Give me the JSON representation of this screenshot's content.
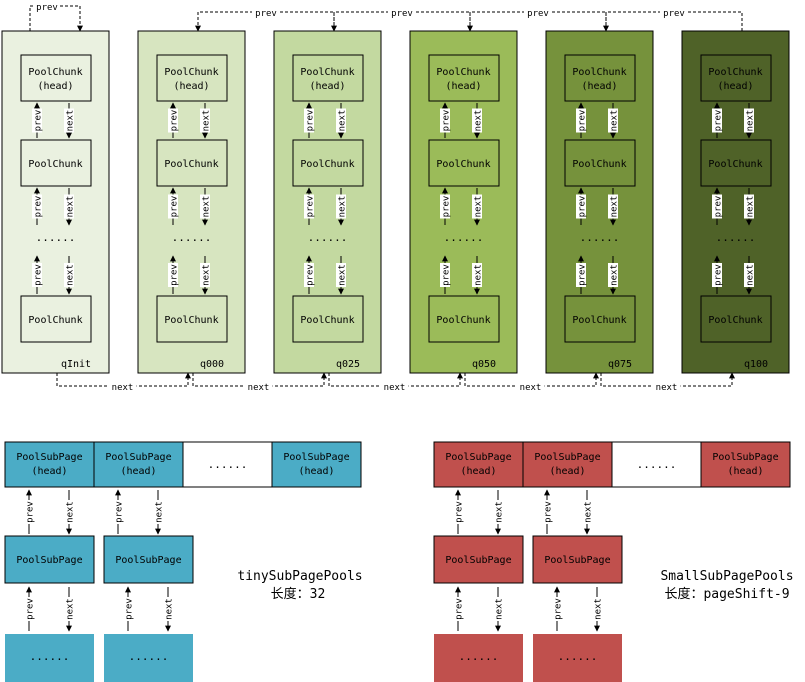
{
  "lists": [
    {
      "name": "qInit",
      "fill": "#eaf1e0",
      "chunk_fill": "#eaf1e0",
      "text": "#000000"
    },
    {
      "name": "q000",
      "fill": "#d7e5c0",
      "chunk_fill": "#d7e5c0",
      "text": "#000000"
    },
    {
      "name": "q025",
      "fill": "#c3d9a0",
      "chunk_fill": "#c3d9a0",
      "text": "#000000"
    },
    {
      "name": "q050",
      "fill": "#9bbb59",
      "chunk_fill": "#9bbb59",
      "text": "#000000"
    },
    {
      "name": "q075",
      "fill": "#76923c",
      "chunk_fill": "#76923c",
      "text": "#000000"
    },
    {
      "name": "q100",
      "fill": "#4f6228",
      "chunk_fill": "#4f6228",
      "text": "#000000"
    }
  ],
  "chunk": {
    "head_line1": "PoolChunk",
    "head_line2": "(head)",
    "label": "PoolChunk",
    "ellipsis": "......"
  },
  "link": {
    "prev": "prev",
    "next": "next"
  },
  "tiny": {
    "fill": "#4bacc6",
    "head_line1": "PoolSubPage",
    "head_line2": "(head)",
    "item": "PoolSubPage",
    "ellipsis": "......",
    "title": "tinySubPagePools",
    "subtitle": "长度：32"
  },
  "small": {
    "fill": "#c0504d",
    "head_line1": "PoolSubPage",
    "head_line2": "(head)",
    "item": "PoolSubPage",
    "ellipsis": "......",
    "title": "SmallSubPagePools",
    "subtitle": "长度：pageShift-9"
  }
}
